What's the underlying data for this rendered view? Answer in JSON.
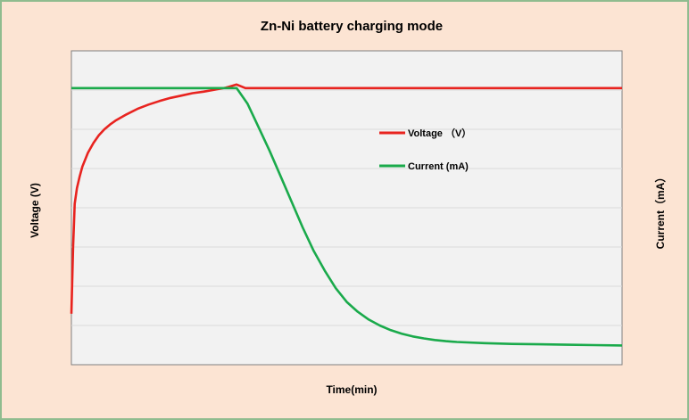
{
  "chart_data": {
    "type": "line",
    "title": "Zn-Ni battery charging mode",
    "xlabel": "Time(min)",
    "ylabel": "Voltage (V)",
    "y2label": "Current（mA）",
    "xlim": [
      0,
      100
    ],
    "ylim": [
      0,
      8
    ],
    "y2lim": [
      0,
      8
    ],
    "grid": true,
    "legend_position": "center-right",
    "series": [
      {
        "name": "Voltage （V）",
        "color": "#e8231f",
        "axis": "left",
        "x": [
          0,
          0.3,
          0.6,
          1,
          1.5,
          2,
          3,
          4,
          5,
          6,
          7,
          8,
          10,
          12,
          14,
          16,
          18,
          20,
          22,
          24,
          26,
          28,
          30,
          31.6,
          35,
          40,
          50,
          60,
          70,
          80,
          90,
          100
        ],
        "y": [
          1.3,
          3.0,
          4.1,
          4.5,
          4.8,
          5.05,
          5.4,
          5.65,
          5.85,
          6.0,
          6.12,
          6.22,
          6.38,
          6.52,
          6.63,
          6.72,
          6.8,
          6.86,
          6.92,
          6.96,
          7.01,
          7.06,
          7.14,
          7.05,
          7.05,
          7.05,
          7.05,
          7.05,
          7.05,
          7.05,
          7.05,
          7.05
        ]
      },
      {
        "name": "Current (mA)",
        "color": "#1aaa4b",
        "axis": "right",
        "x": [
          0,
          10,
          20,
          30,
          32,
          34,
          36,
          38,
          40,
          42,
          44,
          46,
          48,
          50,
          52,
          54,
          56,
          58,
          60,
          62,
          64,
          66,
          68,
          70,
          75,
          80,
          85,
          90,
          95,
          100
        ],
        "y": [
          7.05,
          7.05,
          7.05,
          7.05,
          6.65,
          6.05,
          5.45,
          4.8,
          4.15,
          3.5,
          2.9,
          2.4,
          1.95,
          1.6,
          1.35,
          1.15,
          1.0,
          0.88,
          0.79,
          0.72,
          0.67,
          0.63,
          0.6,
          0.58,
          0.55,
          0.53,
          0.52,
          0.51,
          0.5,
          0.49
        ]
      }
    ]
  }
}
